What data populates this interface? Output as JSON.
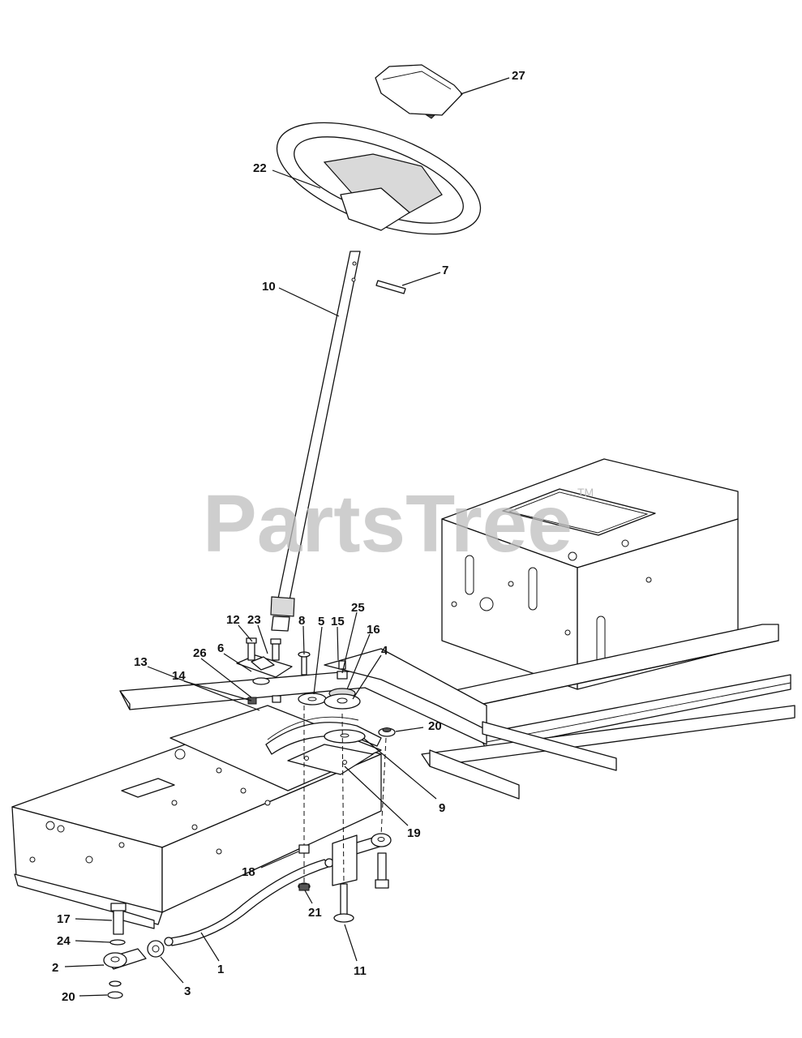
{
  "watermark": {
    "text": "PartsTree",
    "trademark": "TM"
  },
  "callouts": [
    {
      "id": "27",
      "label": "27"
    },
    {
      "id": "22",
      "label": "22"
    },
    {
      "id": "7",
      "label": "7"
    },
    {
      "id": "10",
      "label": "10"
    },
    {
      "id": "12",
      "label": "12"
    },
    {
      "id": "23",
      "label": "23"
    },
    {
      "id": "8",
      "label": "8"
    },
    {
      "id": "5",
      "label": "5"
    },
    {
      "id": "15",
      "label": "15"
    },
    {
      "id": "25",
      "label": "25"
    },
    {
      "id": "16",
      "label": "16"
    },
    {
      "id": "4",
      "label": "4"
    },
    {
      "id": "6",
      "label": "6"
    },
    {
      "id": "26",
      "label": "26"
    },
    {
      "id": "14",
      "label": "14"
    },
    {
      "id": "13",
      "label": "13"
    },
    {
      "id": "20a",
      "label": "20"
    },
    {
      "id": "9",
      "label": "9"
    },
    {
      "id": "19",
      "label": "19"
    },
    {
      "id": "18",
      "label": "18"
    },
    {
      "id": "21",
      "label": "21"
    },
    {
      "id": "11",
      "label": "11"
    },
    {
      "id": "17",
      "label": "17"
    },
    {
      "id": "24",
      "label": "24"
    },
    {
      "id": "2",
      "label": "2"
    },
    {
      "id": "1",
      "label": "1"
    },
    {
      "id": "3",
      "label": "3"
    },
    {
      "id": "20b",
      "label": "20"
    }
  ]
}
